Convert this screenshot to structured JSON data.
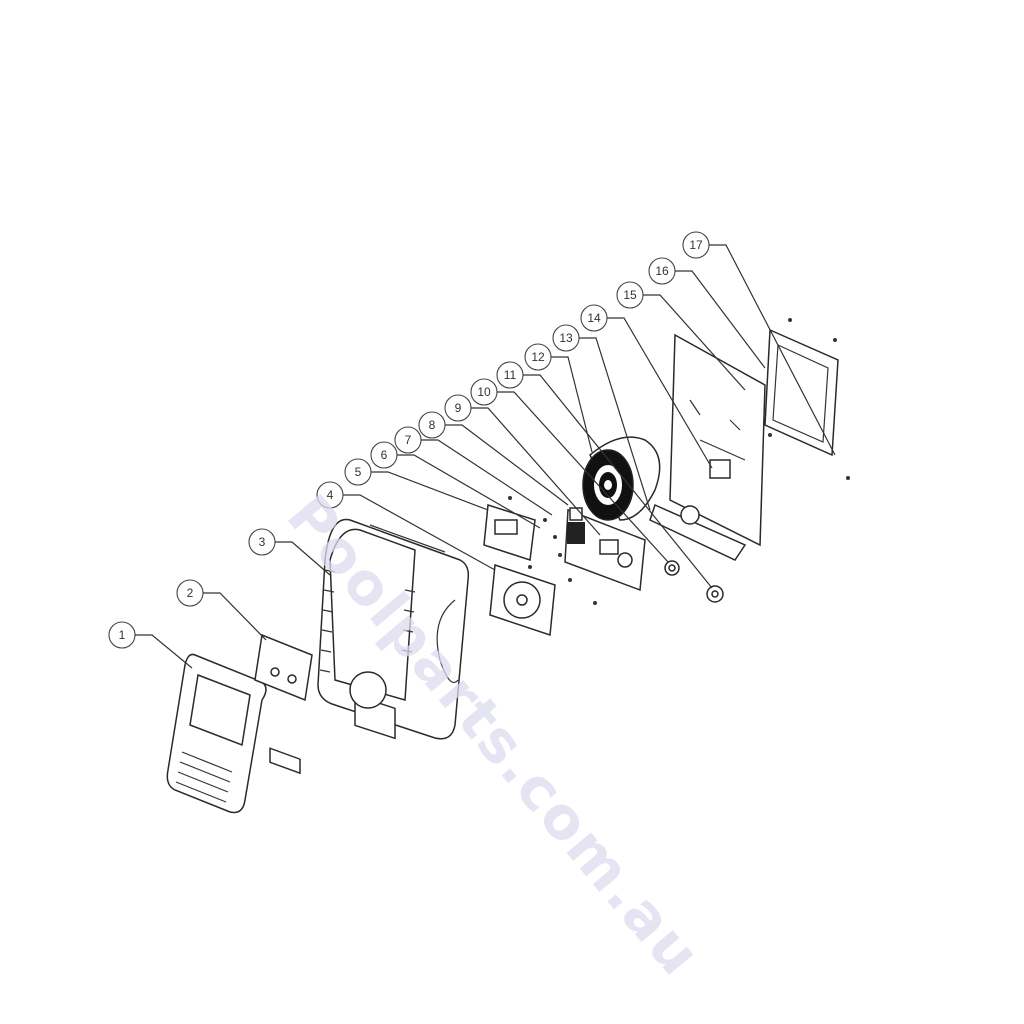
{
  "diagram": {
    "type": "exploded-parts-diagram",
    "callouts": [
      "1",
      "2",
      "3",
      "4",
      "5",
      "6",
      "7",
      "8",
      "9",
      "10",
      "11",
      "12",
      "13",
      "14",
      "15",
      "16",
      "17"
    ],
    "watermark": "Poolparts.com.au"
  }
}
